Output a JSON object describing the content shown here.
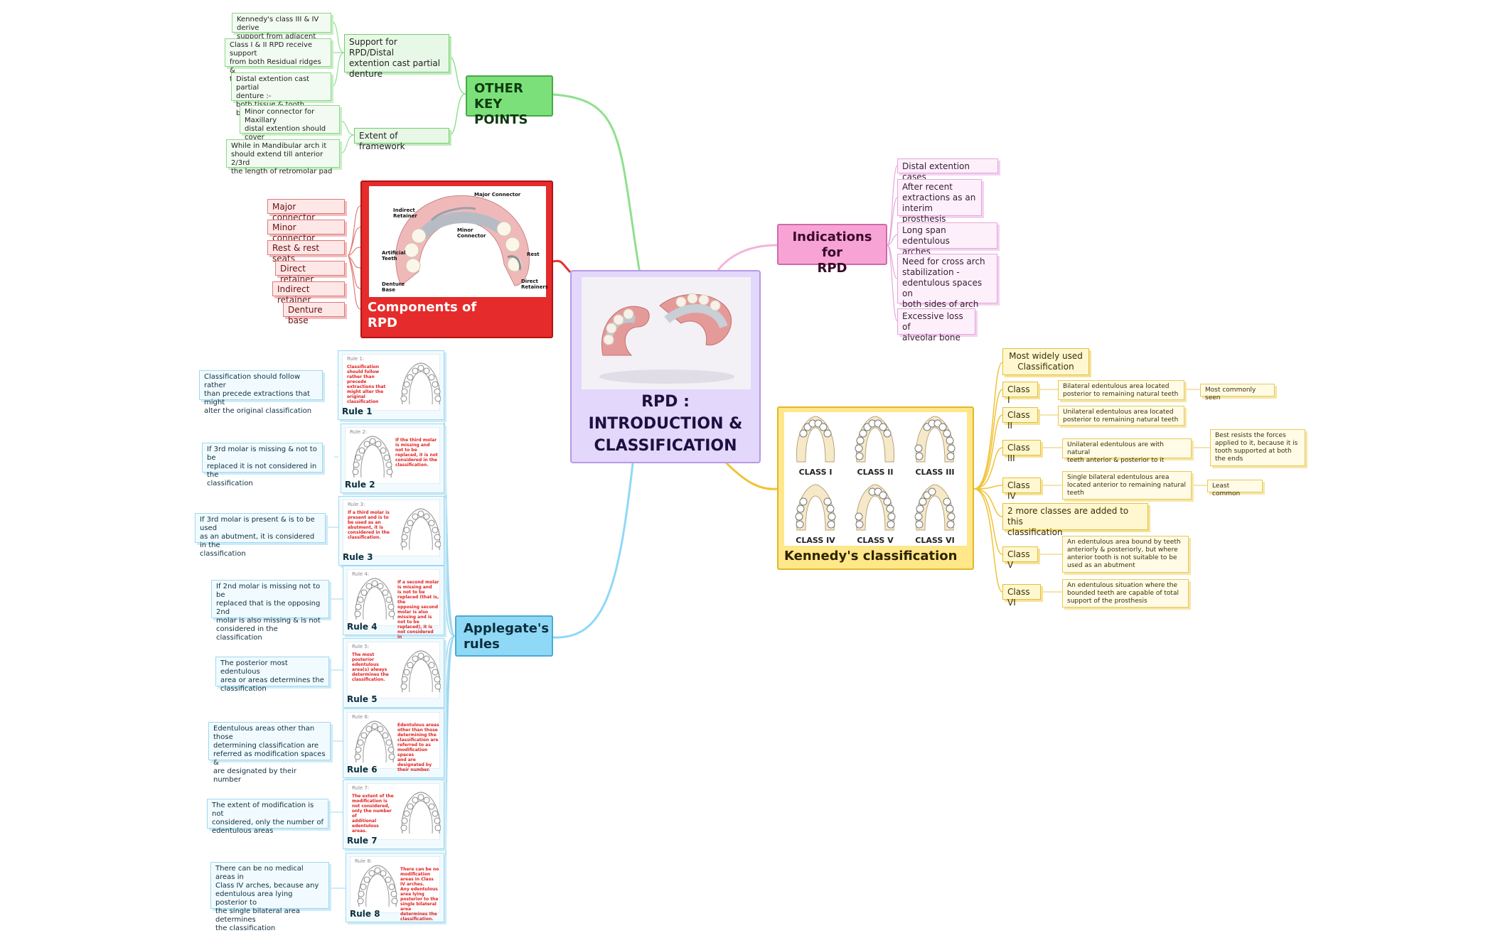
{
  "colors": {
    "green": "#7be07a",
    "pink": "#f8a3d6",
    "blue": "#8fd9f6",
    "red": "#e52b2b",
    "yellow": "#ffe78a",
    "center": "#e3d7fb"
  },
  "center": {
    "title": "RPD :\nINTRODUCTION &\nCLASSIFICATION"
  },
  "other_key_points": {
    "title": "OTHER KEY\nPOINTS",
    "support": {
      "title": "Support for RPD/Distal\nextention cast partial\ndenture",
      "items": [
        "Kennedy's class III & IV derive\nsupport from adjacent teeth",
        "Class I & II RPD receive support\nfrom both Residual ridges &\nterminal abutments",
        "Distal extention cast partial\ndenture :-\nboth tissue & tooth borne"
      ]
    },
    "framework": {
      "title": "Extent of framework",
      "items": [
        "Minor connector for Maxillary\ndistal extention should cover\nmaxillary tuberosity",
        "While in Mandibular arch it\nshould extend till anterior 2/3rd\nthe length of retromolar pad"
      ]
    }
  },
  "components": {
    "title": "Components of\nRPD",
    "items": [
      "Major connector",
      "Minor connector",
      "Rest & rest seats",
      "Direct retainer",
      "Indirect retainer",
      "Denture base"
    ],
    "image_labels": {
      "indirect_retainer": "Indirect\nRetainer",
      "major_connector": "Major Connector",
      "minor_connector": "Minor\nConnector",
      "artificial_teeth": "Artificial\nTeeth",
      "rest": "Rest",
      "denture_base": "Denture\nBase",
      "direct_retainers": "Direct\nRetainers"
    }
  },
  "indications": {
    "title": "Indications for\nRPD",
    "items": [
      "Distal extention cases",
      "After recent\nextractions as an\ninterim prosthesis",
      "Long span edentulous\narches",
      "Need for cross arch\nstabilization -\nedentulous spaces on\nboth sides of arch",
      "Excessive loss of\nalveolar bone"
    ]
  },
  "kennedy": {
    "title": "Kennedy's classification",
    "image_classes": [
      "CLASS I",
      "CLASS II",
      "CLASS III",
      "CLASS IV",
      "CLASS V",
      "CLASS VI"
    ],
    "most_widely": "Most widely used\nClassification",
    "more_classes": "2 more classes are added to this\nclassification",
    "classes": [
      {
        "name": "Class I",
        "desc": "Bilateral edentulous area located\nposterior to remaining natural teeth",
        "note": "Most commonly seen"
      },
      {
        "name": "Class II",
        "desc": "Unilateral edentulous area located\nposterior to remaining natural teeth"
      },
      {
        "name": "Class III",
        "desc": "Unilateral edentulous are with natural\nteeth anterior & posterior to it",
        "note": "Best resists the forces\napplied to it, because it is\ntooth supported at both\nthe ends"
      },
      {
        "name": "Class IV",
        "desc": "Single bilateral edentulous area\nlocated anterior to remaining natural\nteeth",
        "note": "Least common"
      },
      {
        "name": "Class V",
        "desc": "An edentulous area bound by teeth\nanteriorly & posteriorly, but where\nanterior tooth is not suitable to be\nused as an abutment"
      },
      {
        "name": "Class VI",
        "desc": "An edentulous situation where the\nbounded teeth are capable of total\nsupport of the prosthesis"
      }
    ]
  },
  "applegate": {
    "title": "Applegate's\nrules",
    "rules": [
      {
        "label": "Rule 1",
        "small": "Rule 1:",
        "red": "Classification should follow rather than precede\nextractions that might alter the original classification",
        "desc": "Classification should follow rather\nthan precede extractions that might\nalter the original classification"
      },
      {
        "label": "Rule 2",
        "small": "Rule 2:",
        "red": "If the third molar is missing and\nnot to be replaced, it is not\nconsidered in the classification.",
        "desc": "If 3rd molar is missing & not to be\nreplaced it is not considered in the\nclassification"
      },
      {
        "label": "Rule 3",
        "small": "Rule 3:",
        "red": "If a third molar is present and is to\nbe used as an abutment, it is\nconsidered in the classification.",
        "desc": "If 3rd molar is present & is to be used\nas an abutment, it is considered in the\nclassification"
      },
      {
        "label": "Rule 4",
        "small": "Rule 4:",
        "red": "If a second molar is missing and\nis not to be replaced (that is, the\nopposing second molar is also\nmissing and is not to be\nreplaced), it is not considered in\nthe classification.",
        "desc": "If 2nd molar is missing not to be\nreplaced that is the opposing 2nd\nmolar is also missing & is not\nconsidered in the classification"
      },
      {
        "label": "Rule 5",
        "small": "Rule 5:",
        "red": "The most posterior edentulous\narea(s) always determines the\nclassification.",
        "desc": "The posterior most edentulous\narea or areas determines the\nclassification"
      },
      {
        "label": "Rule 6",
        "small": "Rule 6:",
        "red": "Edentulous areas other than those\ndetermining the classification are\nreferred to as modification spaces\nand are designated by their number.",
        "desc": "Edentulous areas other than those\ndetermining classification are\nreferred as modification spaces &\nare designated by their number"
      },
      {
        "label": "Rule 7",
        "small": "Rule 7:",
        "red": "The extent of the modification is not considered, only the number of\nadditional edentulous areas.",
        "desc": "The extent of modification is not\nconsidered, only the number of\nedentulous areas"
      },
      {
        "label": "Rule 8",
        "small": "Rule 8:",
        "red": "There can be no modification areas in Class\nIV arches.\nAny edentulous area lying posterior to the\nsingle bilateral area determines the\nclassification.",
        "desc": "There can be no medical areas in\nClass IV arches, because any\nedentulous area lying posterior to\nthe single bilateral area determines\nthe classification"
      }
    ]
  }
}
